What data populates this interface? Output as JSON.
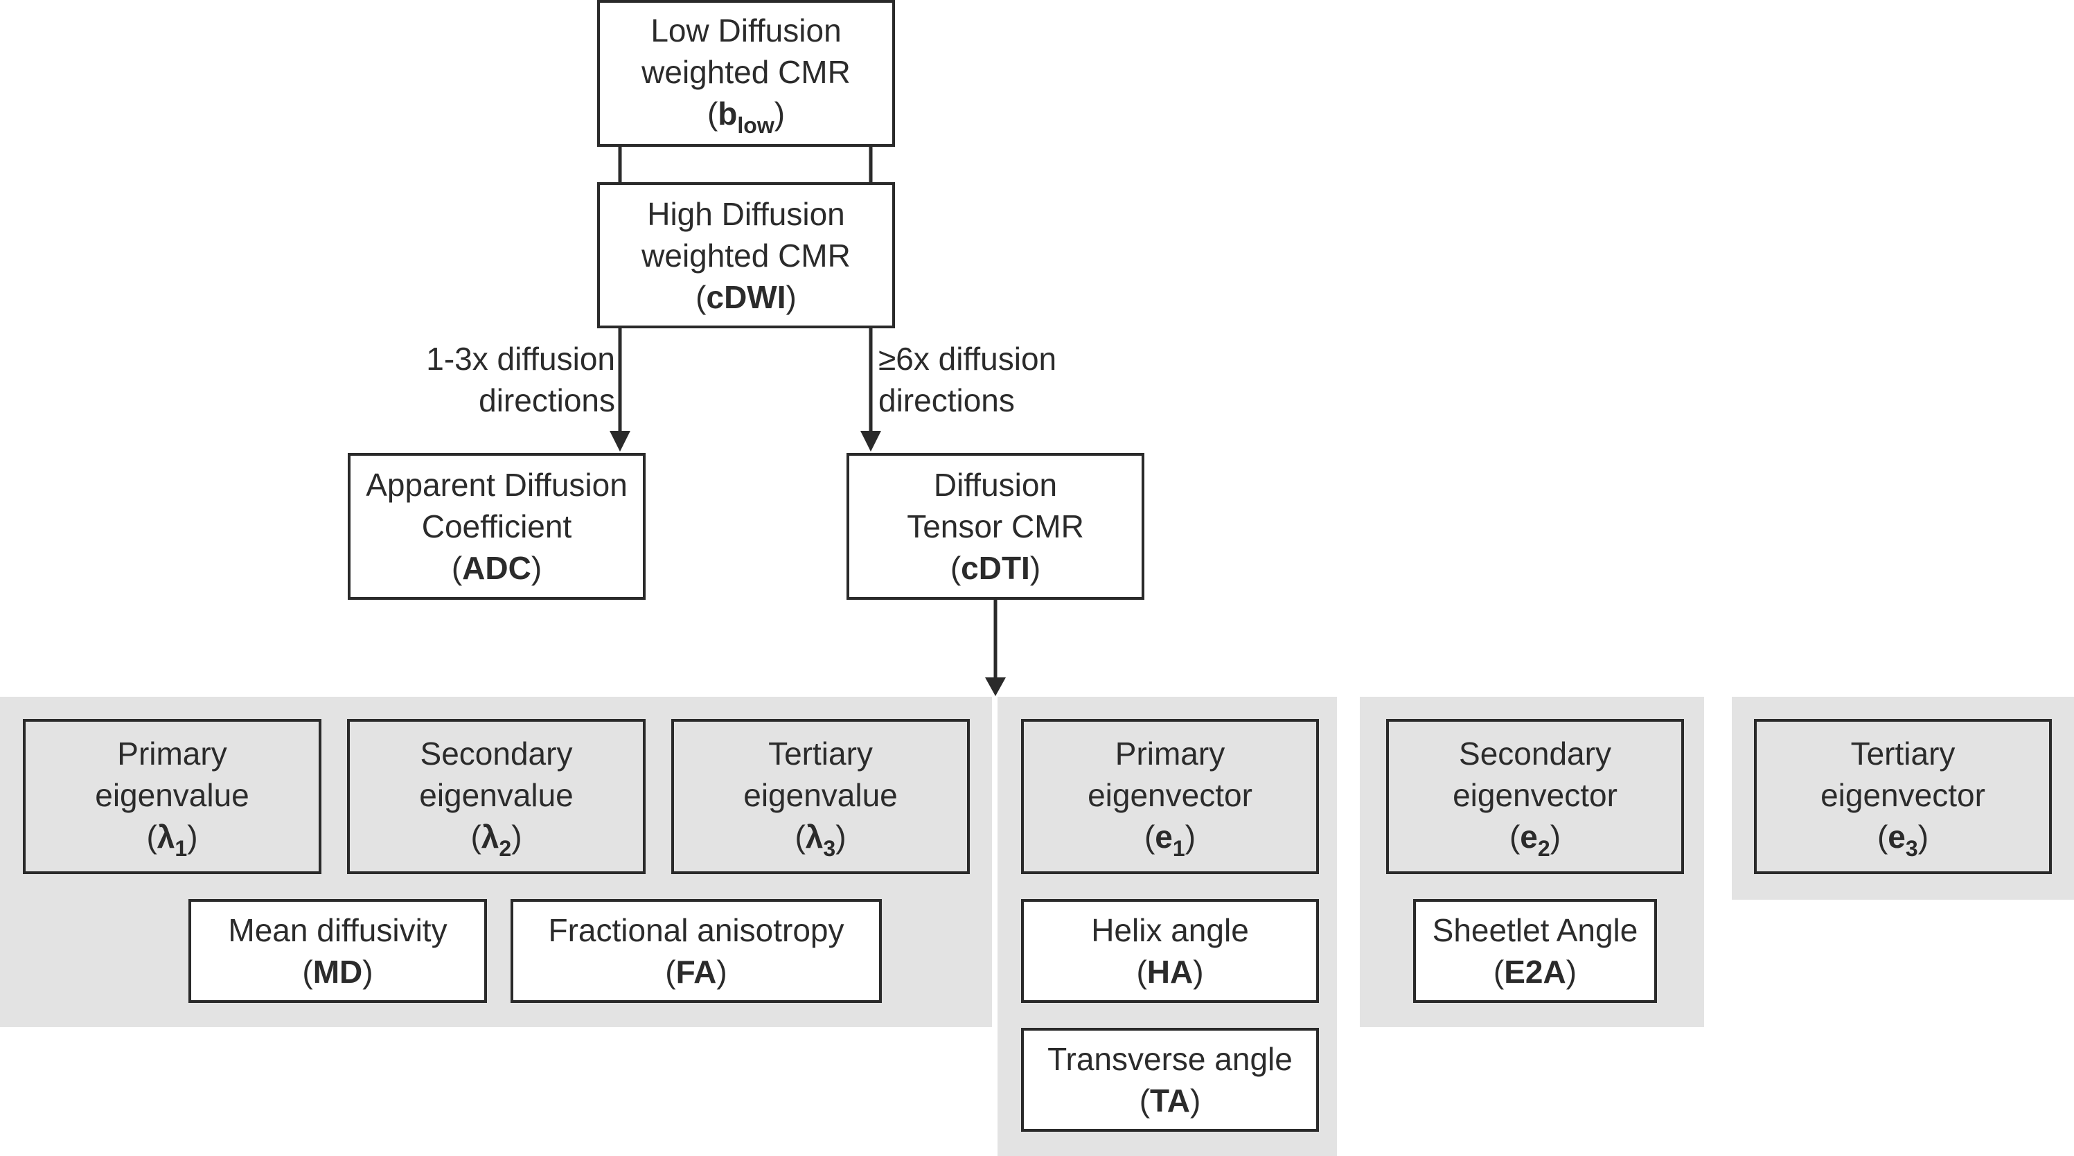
{
  "nodes": {
    "blow": {
      "line1": "Low Diffusion",
      "line2": "weighted CMR",
      "abbr": "b",
      "abbr_sub": "low"
    },
    "cdwi": {
      "line1": "High Diffusion",
      "line2": "weighted CMR",
      "abbr": "cDWI"
    },
    "adc": {
      "line1": "Apparent Diffusion",
      "line2": "Coefficient",
      "abbr": "ADC"
    },
    "cdti": {
      "line1": "Diffusion",
      "line2": "Tensor CMR",
      "abbr": "cDTI"
    },
    "lambda1": {
      "line1": "Primary",
      "line2": "eigenvalue",
      "abbr": "λ",
      "abbr_sub": "1"
    },
    "lambda2": {
      "line1": "Secondary",
      "line2": "eigenvalue",
      "abbr": "λ",
      "abbr_sub": "2"
    },
    "lambda3": {
      "line1": "Tertiary",
      "line2": "eigenvalue",
      "abbr": "λ",
      "abbr_sub": "3"
    },
    "md": {
      "line1": "Mean diffusivity",
      "abbr": "MD"
    },
    "fa": {
      "line1": "Fractional anisotropy",
      "abbr": "FA"
    },
    "e1": {
      "line1": "Primary",
      "line2": "eigenvector",
      "abbr": "e",
      "abbr_sub": "1"
    },
    "ha": {
      "line1": "Helix angle",
      "abbr": "HA"
    },
    "ta": {
      "line1": "Transverse angle",
      "abbr": "TA"
    },
    "e2": {
      "line1": "Secondary",
      "line2": "eigenvector",
      "abbr": "e",
      "abbr_sub": "2"
    },
    "e2a": {
      "line1": "Sheetlet Angle",
      "abbr": "E2A"
    },
    "e3": {
      "line1": "Tertiary",
      "line2": "eigenvector",
      "abbr": "e",
      "abbr_sub": "3"
    }
  },
  "edge_labels": {
    "to_adc": {
      "line1": "1-3x diffusion",
      "line2": "directions"
    },
    "to_cdti": {
      "line1": "≥6x diffusion",
      "line2": "directions"
    }
  },
  "colors": {
    "panel": "#e3e3e3",
    "stroke": "#2a2a2a",
    "text": "#2b2b2b"
  }
}
